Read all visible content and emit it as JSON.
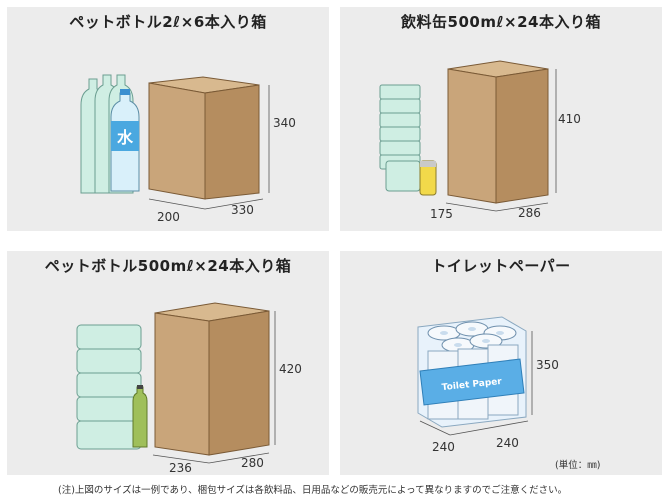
{
  "panels": [
    {
      "title": "ペットボトル2ℓ×6本入り箱",
      "height": "340",
      "width": "200",
      "depth": "330",
      "bottle_label": "水"
    },
    {
      "title": "飲料缶500mℓ×24本入り箱",
      "height": "410",
      "width": "175",
      "depth": "286"
    },
    {
      "title": "ペットボトル500mℓ×24本入り箱",
      "height": "420",
      "width": "236",
      "depth": "280"
    },
    {
      "title": "トイレットペーパー",
      "height": "350",
      "width": "240",
      "depth": "240",
      "pack_label": "Toilet Paper"
    }
  ],
  "footer": {
    "note": "(注)上図のサイズは一例であり、梱包サイズは各飲料品、日用品などの販売元によって異なりますのでご注意ください。",
    "unit": "(単位：㎜)"
  },
  "colors": {
    "panel_bg": "#ececec",
    "box_front": "#c9a57a",
    "box_side": "#b58d5f",
    "box_top": "#d8b98f",
    "bottle_tint": "#bfe6d9",
    "water_blue": "#4aa8e0",
    "tp_blue": "#5aaee6"
  }
}
